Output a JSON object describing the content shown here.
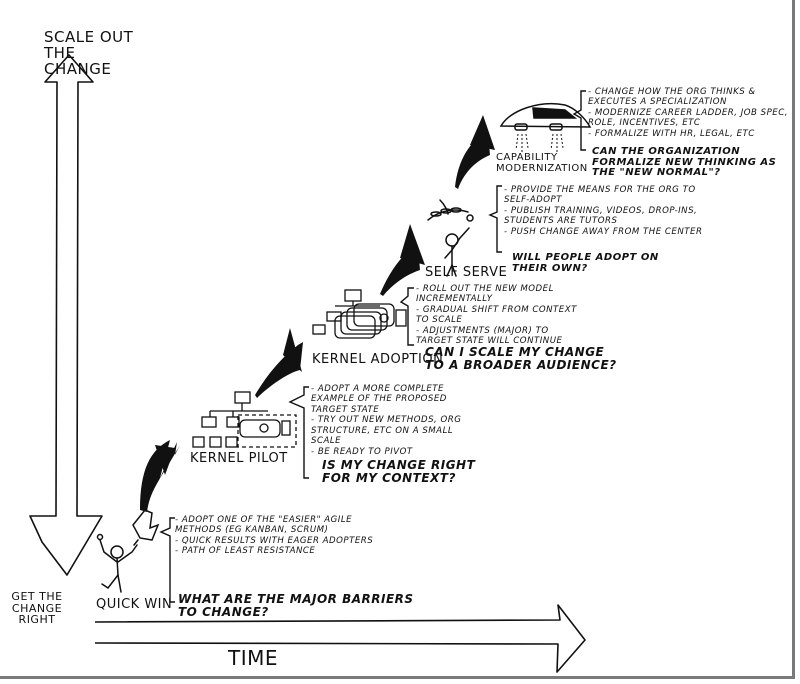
{
  "axes": {
    "vertical_top_label": "Scale Out The Change",
    "vertical_bottom_label": "Get The Change Right",
    "horizontal_label": "Time"
  },
  "stages": [
    {
      "name": "Quick Win",
      "icon": "stick-figure-with-trophy-icon",
      "bullets": [
        "Adopt One Of The \"Easier\" Agile Methods (eg Kanban, Scrum)",
        "Quick Results With Eager Adopters",
        "Path Of Least Resistance"
      ],
      "question": "What Are The Major Barriers To Change?"
    },
    {
      "name": "Kernel Pilot",
      "icon": "org-chart-pilot-icon",
      "bullets": [
        "Adopt A More Complete Example Of The Proposed Target State",
        "Try Out New Methods, Org Structure, Etc On A Small Scale",
        "Be Ready To Pivot"
      ],
      "question": "Is My Change Right For My Context?"
    },
    {
      "name": "Kernel Adoption",
      "icon": "org-chart-stacked-icon",
      "bullets": [
        "Roll Out The New Model Incrementally",
        "Gradual Shift From Context To Scale",
        "Adjustments (Major) To Target State Will Continue"
      ],
      "question": "Can I Scale My Change To A Broader Audience?"
    },
    {
      "name": "Self Serve",
      "icon": "stick-figure-with-olive-branch-icon",
      "bullets": [
        "Provide The Means For The Org To Self-Adopt",
        "Publish Training, Videos, Drop-Ins, Students Are Tutors",
        "Push Change Away From The Center"
      ],
      "question": "Will People Adopt On Their Own?"
    },
    {
      "name": "Capability Modernization",
      "icon": "hover-car-icon",
      "bullets": [
        "Change How The Org Thinks & Executes A Specialization",
        "Modernize Career Ladder, Job Spec, Role, Incentives, Etc",
        "Formalize With HR, Legal, Etc"
      ],
      "question": "Can The Organization Formalize New Thinking As The \"New Normal\"?"
    }
  ]
}
